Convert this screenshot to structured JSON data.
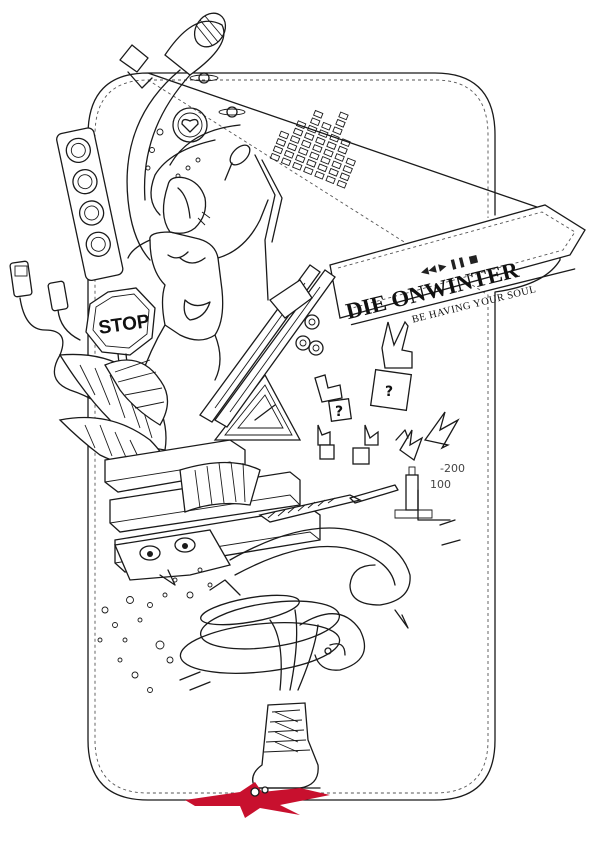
{
  "poster": {
    "title": "DIE ONWINTER",
    "subtitle": "BE HAVING YOUR SOUL",
    "stop_sign": "STOP",
    "media_controls": "◀◀ ▶ ❚❚ ■",
    "level_high": "-200",
    "level_low": "100",
    "question_mark": "?"
  },
  "colors": {
    "ink": "#1a1a1a",
    "splatter": "#c8102e",
    "paper": "#ffffff"
  },
  "icons": [
    "megaphone-icon",
    "traffic-light-icon",
    "stop-sign-icon",
    "microphone-icon",
    "equalizer-icon",
    "peace-hand-icon",
    "question-box-icon",
    "lightning-icon",
    "boot-icon",
    "heart-icon",
    "planet-icon",
    "mp3-player-icon",
    "warning-triangle-icon"
  ]
}
